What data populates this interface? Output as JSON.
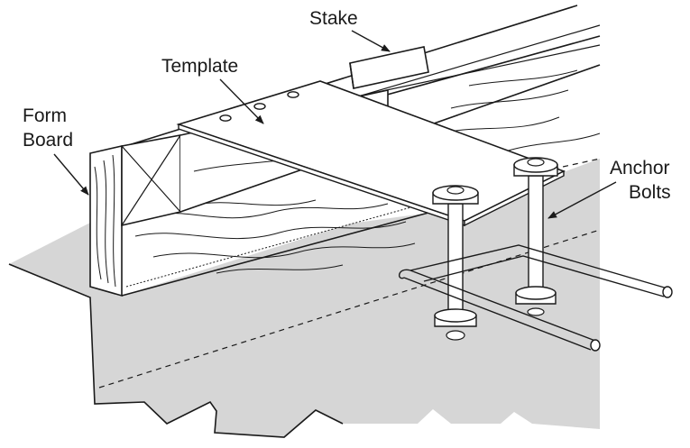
{
  "labels": {
    "stake": "Stake",
    "template": "Template",
    "form_board_line1": "Form",
    "form_board_line2": "Board",
    "anchor_bolts_line1": "Anchor",
    "anchor_bolts_line2": "Bolts"
  },
  "colors": {
    "concrete": "#d6d6d6",
    "line": "#1a1a1a",
    "background": "#ffffff"
  }
}
